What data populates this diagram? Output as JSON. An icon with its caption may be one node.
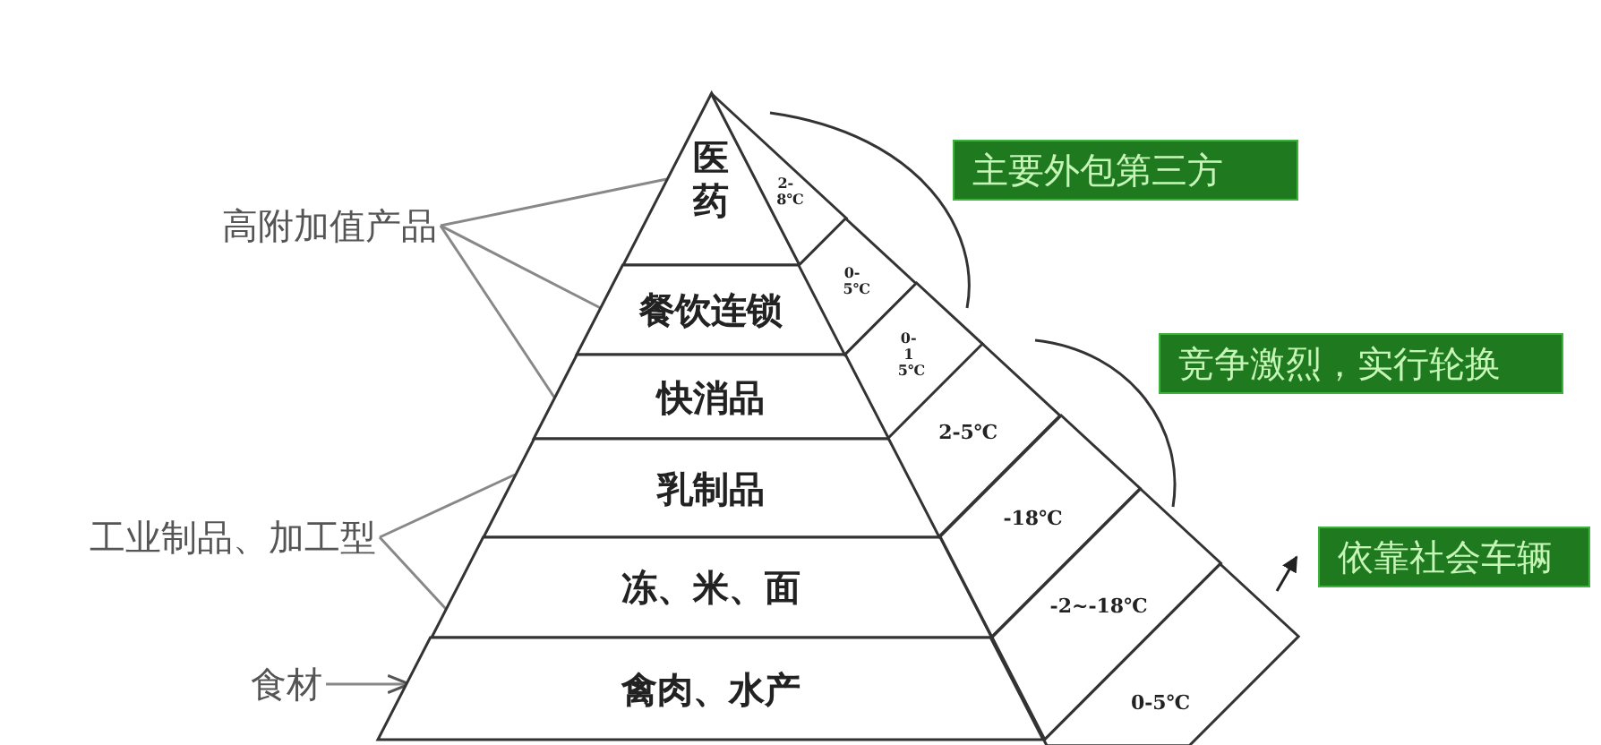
{
  "diagram": {
    "nodes": [
      {
        "text": [
          "医药"
        ]
      },
      {
        "text": [
          "餐饮连锁"
        ]
      },
      {
        "text": [
          "快消品"
        ]
      },
      {
        "text": [
          "乳制品"
        ]
      },
      {
        "text": [
          "冻、米、面"
        ]
      },
      {
        "text": [
          "禽肉、水产"
        ]
      },
      {
        "text": [
          "2-8℃"
        ]
      },
      {
        "text": [
          "0-5℃"
        ]
      },
      {
        "text": [
          "0-15℃"
        ]
      },
      {
        "text": [
          "2-5℃"
        ]
      },
      {
        "text": [
          "-18℃"
        ]
      },
      {
        "text": [
          "-2~-18℃"
        ]
      },
      {
        "text": [
          "0-5℃"
        ]
      },
      {
        "text": [
          "主要外包第三方"
        ]
      },
      {
        "text": [
          "竞争激烈，实行轮换"
        ]
      },
      {
        "text": [
          "依靠社会车辆"
        ]
      },
      {
        "text": [
          "高附加值产品"
        ]
      },
      {
        "text": [
          "工业制品、加工型"
        ]
      },
      {
        "text": [
          "食材"
        ]
      }
    ],
    "edges": [
      {
        "from": 16,
        "to": 0,
        "arrow": "none"
      },
      {
        "from": 16,
        "to": 1,
        "arrow": "none"
      },
      {
        "from": 16,
        "to": 2,
        "arrow": "none"
      },
      {
        "from": 17,
        "to": 3,
        "arrow": "none"
      },
      {
        "from": 17,
        "to": 4,
        "arrow": "none"
      },
      {
        "from": 18,
        "to": 5,
        "arrow": "to"
      }
    ]
  }
}
